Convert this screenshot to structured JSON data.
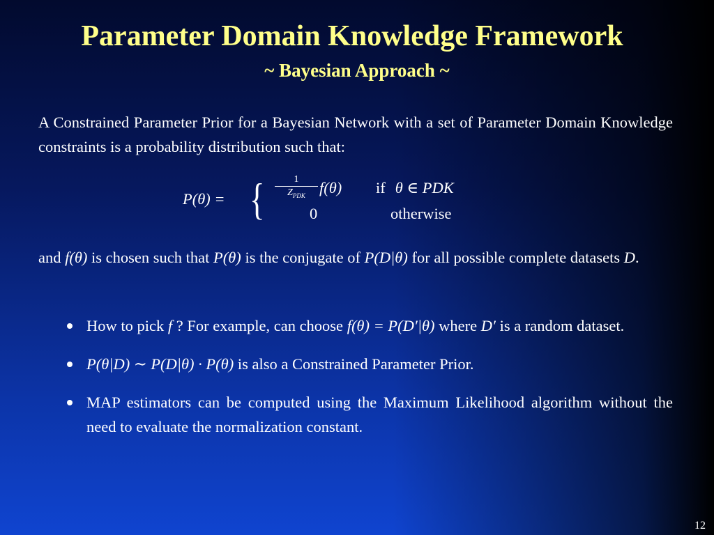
{
  "slide": {
    "title": "Parameter Domain Knowledge Framework",
    "subtitle": "~ Bayesian Approach ~",
    "page_number": "12"
  },
  "paragraph1": "A Constrained Parameter Prior for a Bayesian Network with a set of Parameter Domain Knowledge constraints is a probability distribution such that:",
  "equation": {
    "lhs": "P(θ) =",
    "brace": "{",
    "frac_num": "1",
    "frac_den": "Z_{PDK}",
    "case1_expr": "f(θ)",
    "case1_if": "if",
    "case1_cond": "θ ∈ PDK",
    "case2_expr": "0",
    "case2_cond": "otherwise"
  },
  "paragraph2": {
    "t1": "and ",
    "m1": "f(θ)",
    "t2": " is chosen such that ",
    "m2": "P(θ)",
    "t3": " is the conjugate of ",
    "m3": "P(D|θ)",
    "t4": " for all possible complete datasets ",
    "m4": "D",
    "t5": "."
  },
  "bullets": {
    "b1": {
      "t1": "How to pick ",
      "m1": "f",
      "t2": " ? For example, can choose ",
      "m2": "f(θ) = P(D′|θ)",
      "t3": " where ",
      "m3": "D′",
      "t4": " is a random dataset."
    },
    "b2": {
      "m1": "P(θ|D) ∼ P(D|θ) · P(θ)",
      "t1": " is also a Constrained Parameter Prior."
    },
    "b3": {
      "t1": "MAP estimators can be computed using the Maximum Likelihood algorithm without the need to evaluate the normalization constant."
    }
  }
}
